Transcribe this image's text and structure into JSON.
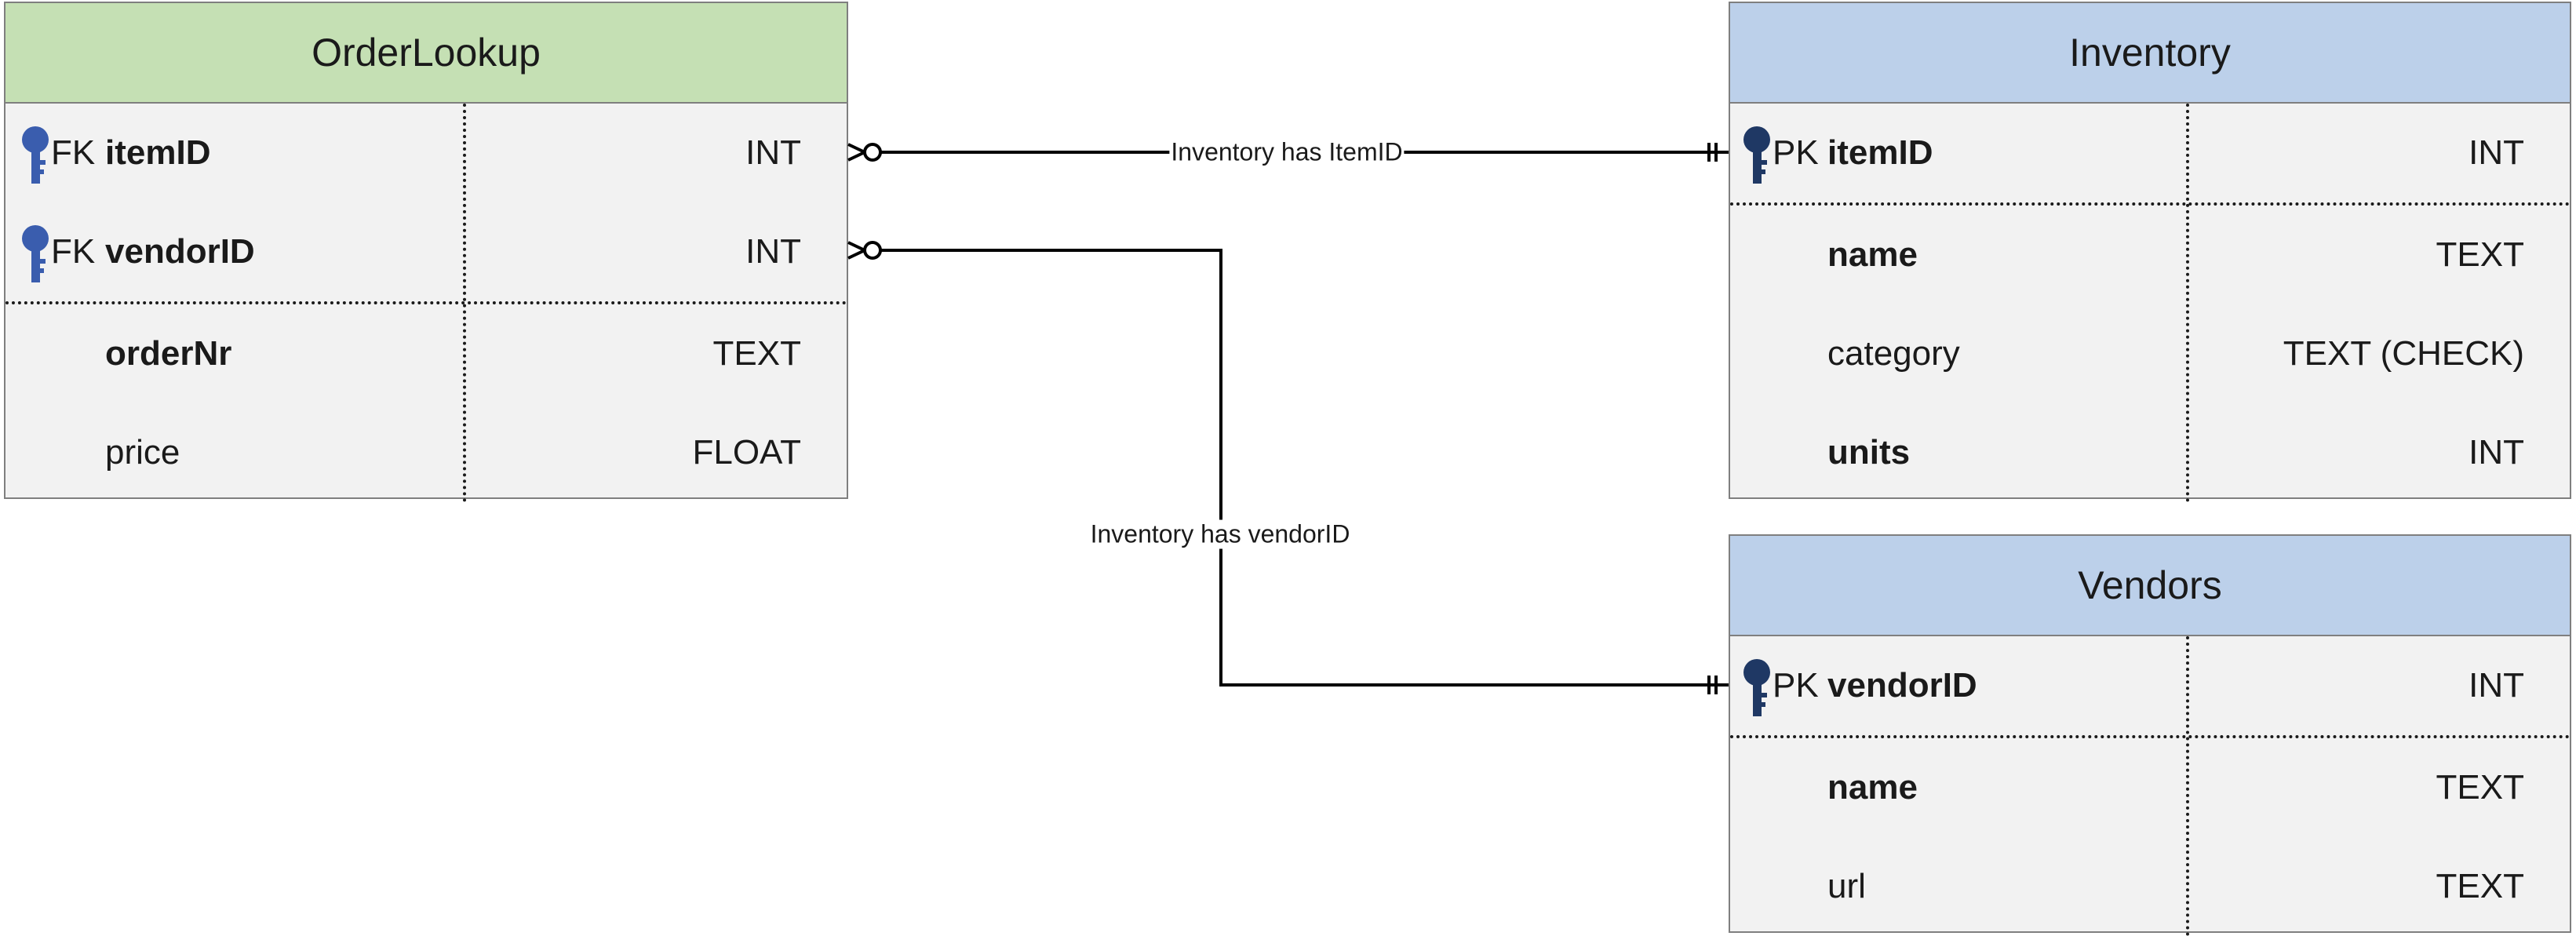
{
  "colors": {
    "fk_key": "#3a5dae",
    "pk_key": "#1f3864",
    "orderlookup_header": "#c5e0b4",
    "lookup_tables_header": "#bcd0ea",
    "table_body": "#f2f2f2"
  },
  "tables": {
    "orderlookup": {
      "title": "OrderLookup",
      "rows": [
        {
          "key": "FK",
          "name": "itemID",
          "type": "INT",
          "icon": "key-icon"
        },
        {
          "key": "FK",
          "name": "vendorID",
          "type": "INT",
          "icon": "key-icon"
        },
        {
          "key": "",
          "name": "orderNr",
          "type": "TEXT"
        },
        {
          "key": "",
          "name": "price",
          "type": "FLOAT"
        }
      ]
    },
    "inventory": {
      "title": "Inventory",
      "rows": [
        {
          "key": "PK",
          "name": "itemID",
          "type": "INT",
          "icon": "key-icon"
        },
        {
          "key": "",
          "name": "name",
          "type": "TEXT"
        },
        {
          "key": "",
          "name": "category",
          "type": "TEXT (CHECK)"
        },
        {
          "key": "",
          "name": "units",
          "type": "INT"
        }
      ]
    },
    "vendors": {
      "title": "Vendors",
      "rows": [
        {
          "key": "PK",
          "name": "vendorID",
          "type": "INT",
          "icon": "key-icon"
        },
        {
          "key": "",
          "name": "name",
          "type": "TEXT"
        },
        {
          "key": "",
          "name": "url",
          "type": "TEXT"
        }
      ]
    }
  },
  "relationships": [
    {
      "label": "Inventory has ItemID",
      "from": "OrderLookup.itemID",
      "to": "Inventory.itemID",
      "from_cardinality": "zero-or-many",
      "to_cardinality": "one-and-only-one"
    },
    {
      "label": "Inventory has vendorID",
      "from": "OrderLookup.vendorID",
      "to": "Vendors.vendorID",
      "from_cardinality": "zero-or-many",
      "to_cardinality": "one-and-only-one"
    }
  ]
}
